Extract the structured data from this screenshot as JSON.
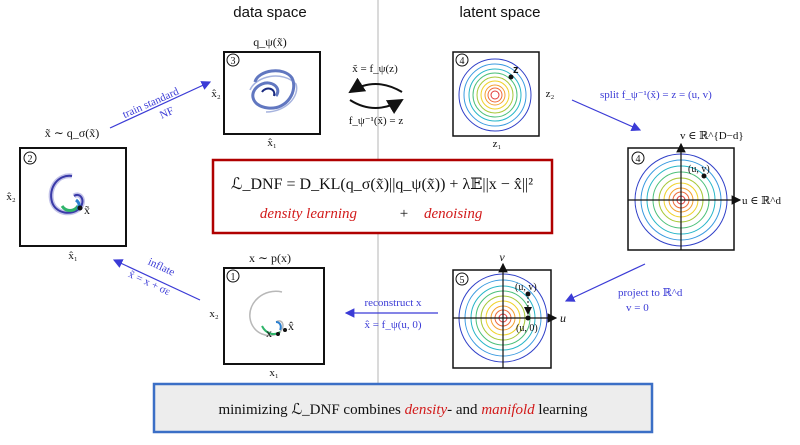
{
  "headers": {
    "data_space": "data space",
    "latent_space": "latent space"
  },
  "colors": {
    "blue_text": "#3b3bd6",
    "red_text": "#d21a1a",
    "red_box": "#b00000",
    "blue_box": "#3b6fc6",
    "ring_palette": [
      "#3040c8",
      "#3a9be0",
      "#27b6c8",
      "#4cc07a",
      "#a8c83a",
      "#f0d22a",
      "#f4a030",
      "#ee6a3a",
      "#e23a3a"
    ]
  },
  "panels": {
    "p1": {
      "badge": "1",
      "top_label": "x ∼ p(x)",
      "x_axis": "x₁",
      "y_axis": "x₂",
      "point_x": "x",
      "point_xhat": "x̂"
    },
    "p2": {
      "badge": "2",
      "top_label": "x̃ ∼ q_σ(x̃)",
      "x_axis": "x̂₁",
      "y_axis": "x̂₂",
      "point": "x̃"
    },
    "p3": {
      "badge": "3",
      "top_label": "q_ψ(x̃)",
      "x_axis": "x̂₁",
      "y_axis": "x̂₂"
    },
    "p4a": {
      "badge": "4",
      "x_axis": "z₁",
      "y_axis": "z₂",
      "point": "z"
    },
    "p4b": {
      "badge": "4",
      "v_label": "v ∈ ℝ^{D−d}",
      "u_label": "u ∈ ℝ^d",
      "point": "(u, v)"
    },
    "p5": {
      "badge": "5",
      "v_axis": "v",
      "u_axis": "u",
      "point_top": "(u, v)",
      "point_bottom": "(u, 0)"
    }
  },
  "arrows": {
    "train_line1": "train standard",
    "train_line2": "NF",
    "split": "split f_ψ⁻¹(x̃) = z = (u, v)",
    "project_line1": "project to ℝ^d",
    "project_line2": "v = 0",
    "reconstruct_line1": "reconstruct x",
    "reconstruct_line2": "x̂ = f_ψ(u, 0)",
    "inflate_line1": "inflate",
    "inflate_line2": "x̃ = x + σε",
    "forward_top": "x̃ = f_ψ(z)",
    "inverse_bottom": "f_ψ⁻¹(x̃) = z"
  },
  "loss_box": {
    "equation": "ℒ_DNF = D_KL(q_σ(x̃)||q_ψ(x̃)) + λ𝔼||x − x̂||²",
    "term_density": "density learning",
    "plus": "+",
    "term_denoising": "denoising"
  },
  "bottom_box": {
    "prefix": "minimizing ℒ_DNF combines",
    "word_density": "density",
    "middle": "- and",
    "word_manifold": "manifold",
    "suffix": "learning"
  }
}
